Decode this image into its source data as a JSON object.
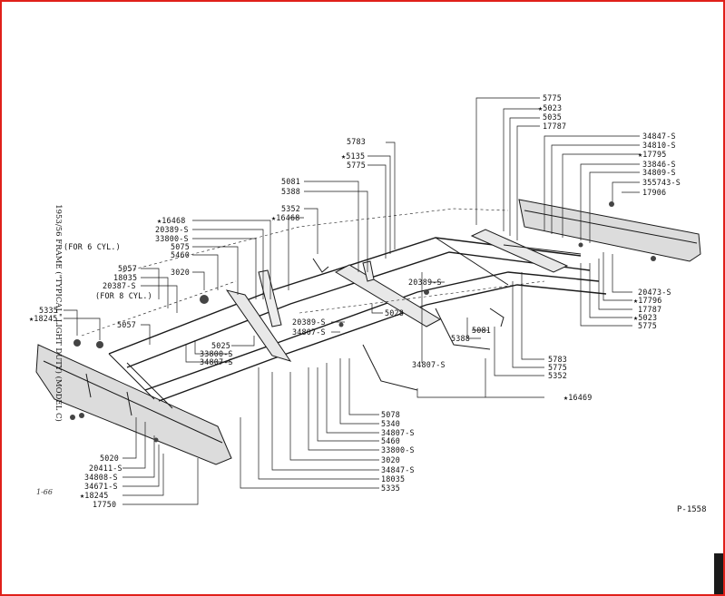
{
  "diagram": {
    "side_title": "1953/56 FRAME (\"TYPICAL\" LIGHT DUTY) (MODEL C)",
    "ref_code": "P-1558",
    "page_mark": "1-66",
    "labels": {
      "l1": "5775",
      "l2": "★5023",
      "l3": "5035",
      "l4": "17787",
      "l5": "5783",
      "l6": "★5135",
      "l7": "5775",
      "l8": "34847-S",
      "l9": "34810-S",
      "l10": "★17795",
      "l11": "33846-S",
      "l12": "34809-S",
      "l13": "355743-S",
      "l14": "17906",
      "l15": "5081",
      "l16": "5388",
      "l17": "5352",
      "l18": "★16468",
      "l19": "★16468",
      "l20": "20389-S",
      "l21": "33800-S",
      "l22": "5075",
      "l23": "5460",
      "l24": "3020",
      "l25": "(FOR 6 CYL.)",
      "l26": "5057",
      "l27": "18035",
      "l28": "20387-S",
      "l29": "(FOR 8 CYL.)",
      "l30": "5335",
      "l31": "★18245",
      "l32": "5057",
      "l33": "20389-S",
      "l34": "5028",
      "l35": "20389-S",
      "l36": "34807-S",
      "l37": "5025",
      "l38": "33800-S",
      "l39": "34807-S",
      "l40": "5388",
      "l41": "5081",
      "l42": "34807-S",
      "l43": "20473-S",
      "l44": "★17796",
      "l45": "17787",
      "l46": "★5023",
      "l47": "5775",
      "l48": "5783",
      "l49": "5775",
      "l50": "5352",
      "l51": "★16469",
      "l52": "5078",
      "l53": "5340",
      "l54": "34807-S",
      "l55": "5460",
      "l56": "33800-S",
      "l57": "3020",
      "l58": "34847-S",
      "l59": "18035",
      "l60": "5335",
      "l61": "5020",
      "l62": "20411-S",
      "l63": "34808-S",
      "l64": "34671-S",
      "l65": "★18245",
      "l66": "17750"
    }
  }
}
